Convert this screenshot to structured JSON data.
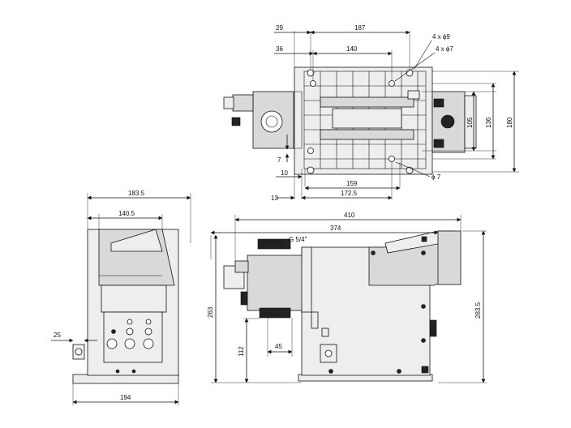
{
  "drawing": {
    "top_view": {
      "dims": {
        "d29": "29",
        "d187": "187",
        "d36": "36",
        "d140": "140",
        "holes1": "4 x ϕ9",
        "holes2": "4 x ϕ7",
        "d105": "105",
        "d136": "136",
        "d180": "180",
        "d7": "7",
        "d10": "10",
        "d159": "159",
        "phi7": "ϕ 7",
        "d13": "13",
        "d172_5": "172.5"
      }
    },
    "side_view": {
      "dims": {
        "d183_5": "183.5",
        "d140_5": "140.5",
        "d25": "25",
        "d194": "194"
      }
    },
    "front_view": {
      "dims": {
        "d410": "410",
        "d374": "374",
        "thread": "G 5/4\"",
        "d263": "263",
        "d283_5": "283.5",
        "d112": "112",
        "d45": "45"
      }
    }
  }
}
